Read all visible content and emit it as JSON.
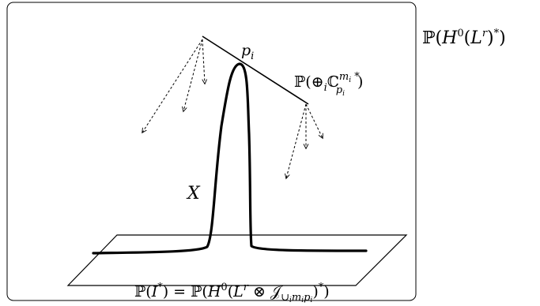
{
  "diagram": {
    "outer_space_label": "ℙ(H⁰(L^r)*)",
    "point_label": "p_i",
    "tangent_space_label": "ℙ(⊕_i ℂ_{p_i}^{m_i *})",
    "curve_label": "X",
    "hyperplane_label": "ℙ(I*) = ℙ(H⁰(L^r ⊗ 𝒥_{∪_i m_i p_i})*)"
  }
}
